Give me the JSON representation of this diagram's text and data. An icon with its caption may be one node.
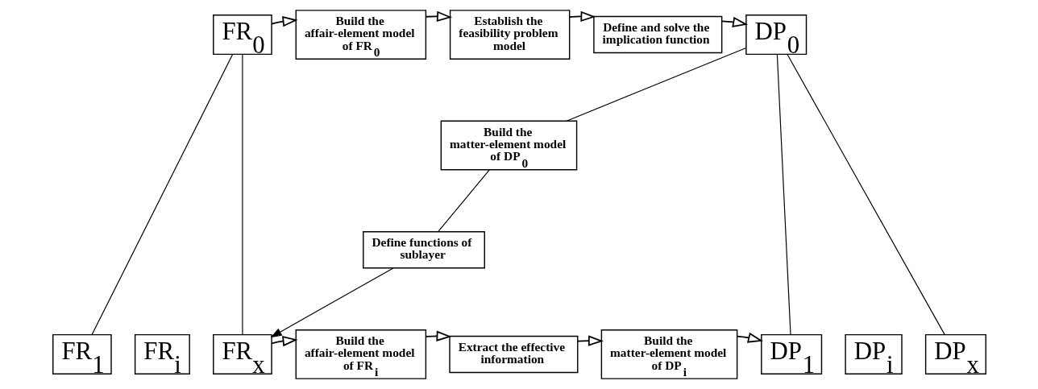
{
  "diagram": {
    "nodes": [
      {
        "text": [
          "FR$_{0}$"
        ]
      },
      {
        "text": [
          "Build the affair-element model of FR$_{0}$"
        ]
      },
      {
        "text": [
          "Establish the feasibility problem model"
        ]
      },
      {
        "text": [
          "Define and solve the implication function"
        ]
      },
      {
        "text": [
          "DP$_{0}$"
        ]
      },
      {
        "text": [
          "Build the matter-element model of DP$_{0}$"
        ]
      },
      {
        "text": [
          "Define functions of sublayer"
        ]
      },
      {
        "text": [
          "FR$_{1}$"
        ]
      },
      {
        "text": [
          "FR$_{i}$"
        ]
      },
      {
        "text": [
          "FR$_{x}$"
        ]
      },
      {
        "text": [
          "Build the affair-element model of FR$_{i}$"
        ]
      },
      {
        "text": [
          "Extract the effective information"
        ]
      },
      {
        "text": [
          "Build the matter-element model of DP$_{i}$"
        ]
      },
      {
        "text": [
          "DP$_{1}$"
        ]
      },
      {
        "text": [
          "DP$_{i}$"
        ]
      },
      {
        "text": [
          "DP$_{x}$"
        ]
      }
    ],
    "edges": [
      {
        "from": 0,
        "to": 1,
        "arrow": "to"
      },
      {
        "from": 1,
        "to": 2,
        "arrow": "to"
      },
      {
        "from": 2,
        "to": 3,
        "arrow": "to"
      },
      {
        "from": 3,
        "to": 4,
        "arrow": "to"
      },
      {
        "from": 4,
        "to": 5,
        "arrow": "none"
      },
      {
        "from": 5,
        "to": 6,
        "arrow": "none"
      },
      {
        "from": 6,
        "to": 9,
        "arrow": "to"
      },
      {
        "from": 0,
        "to": 7,
        "arrow": "none"
      },
      {
        "from": 0,
        "to": 9,
        "arrow": "none"
      },
      {
        "from": 9,
        "to": 10,
        "arrow": "to"
      },
      {
        "from": 10,
        "to": 11,
        "arrow": "to"
      },
      {
        "from": 11,
        "to": 12,
        "arrow": "to"
      },
      {
        "from": 12,
        "to": 13,
        "arrow": "to"
      },
      {
        "from": 4,
        "to": 13,
        "arrow": "none"
      },
      {
        "from": 4,
        "to": 15,
        "arrow": "none"
      }
    ]
  }
}
